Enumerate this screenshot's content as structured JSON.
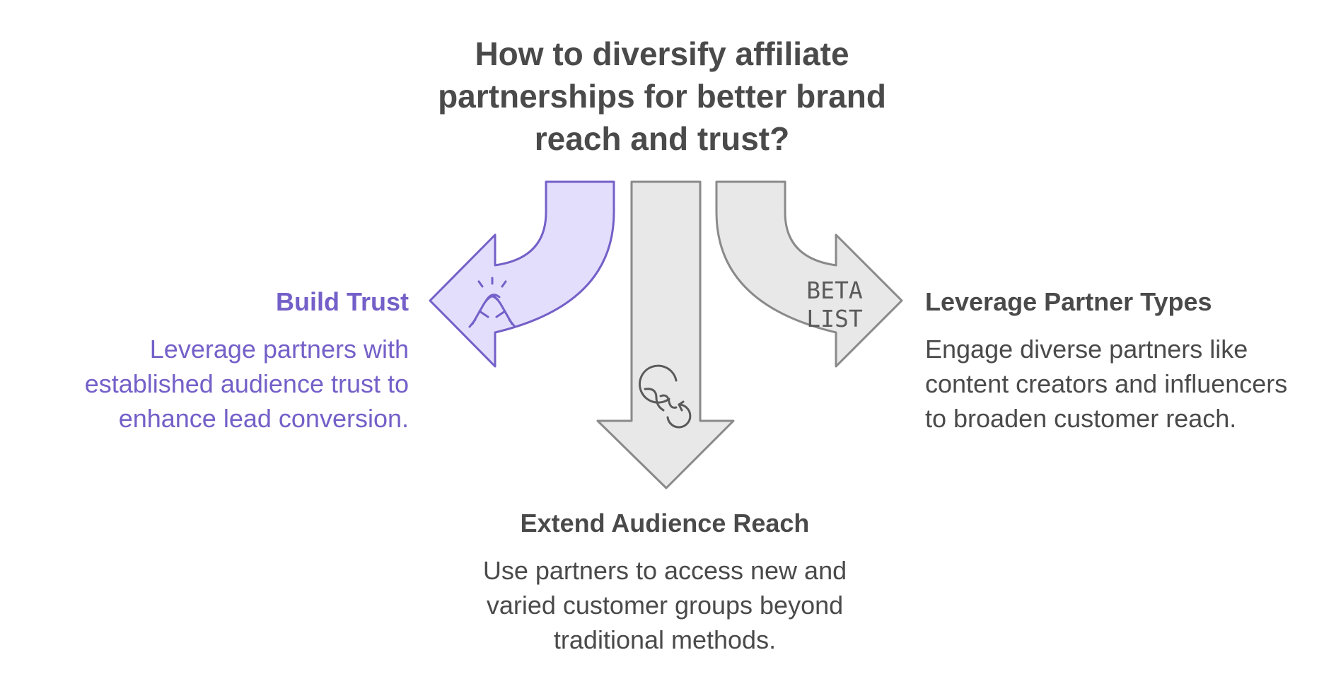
{
  "title": "How to diversify affiliate partnerships for better brand reach and trust?",
  "branches": {
    "left": {
      "heading": "Build Trust",
      "description": "Leverage partners with established audience trust to enhance lead conversion.",
      "icon": "handshake-icon",
      "color": "#7460c8",
      "fill": "#e3defc"
    },
    "bottom": {
      "heading": "Extend Audience Reach",
      "description": "Use partners to access new and varied customer groups beyond traditional methods.",
      "icon": "globe-refresh-icon",
      "color": "#4a4a4a",
      "fill": "#e8e8e8"
    },
    "right": {
      "heading": "Leverage Partner Types",
      "description": "Engage diverse partners like content creators and influencers to broaden customer reach.",
      "icon": "beta-list-icon",
      "icon_text_top": "BETA",
      "icon_text_bottom": "LIST",
      "color": "#4a4a4a",
      "fill": "#e8e8e8"
    }
  }
}
